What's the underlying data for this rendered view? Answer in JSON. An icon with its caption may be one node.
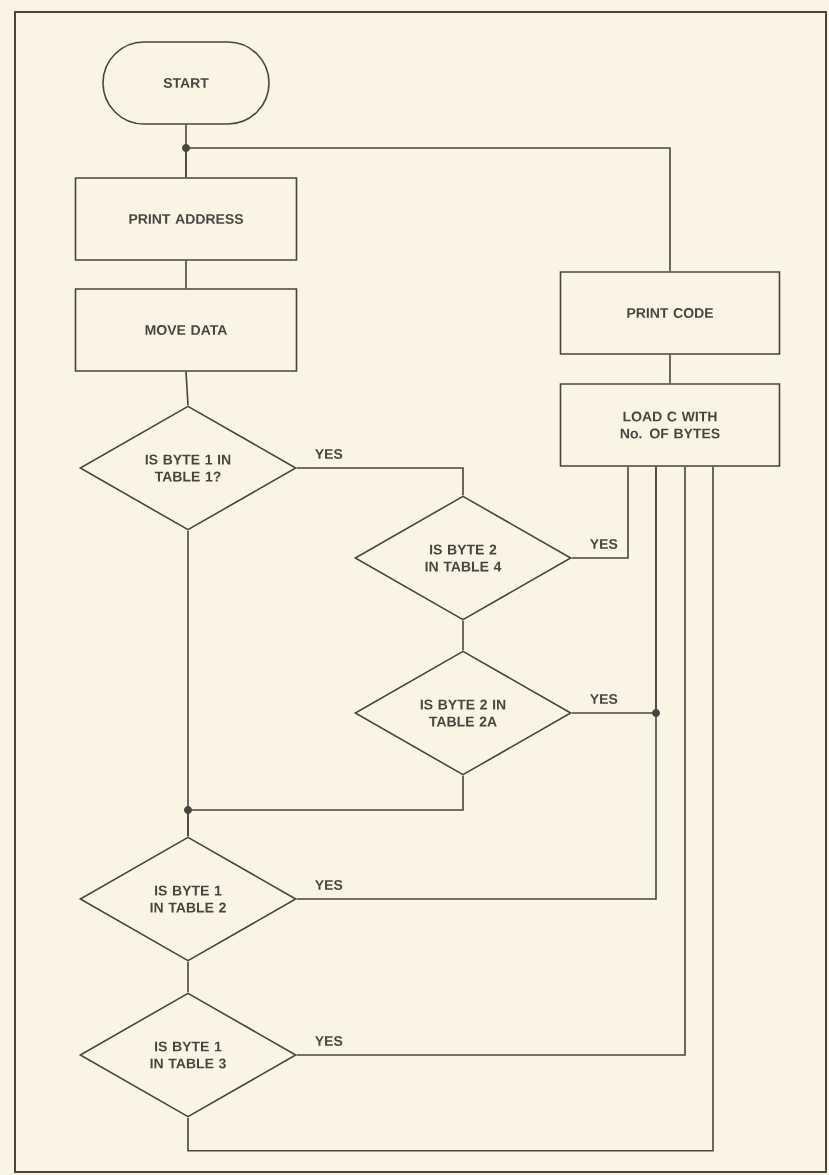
{
  "diagram": {
    "nodes": [
      {
        "text": [
          "START"
        ]
      },
      {
        "text": [
          "PRINT ADDRESS"
        ]
      },
      {
        "text": [
          "MOVE DATA"
        ]
      },
      {
        "text": [
          "IS BYTE 1 IN TABLE 1?"
        ]
      },
      {
        "text": [
          "IS BYTE 2 IN TABLE 4"
        ]
      },
      {
        "text": [
          "IS BYTE 2 IN TABLE 2A"
        ]
      },
      {
        "text": [
          "IS BYTE 1 IN TABLE 2"
        ]
      },
      {
        "text": [
          "IS BYTE 1 IN TABLE 3"
        ]
      },
      {
        "text": [
          "PRINT CODE"
        ]
      },
      {
        "text": [
          "LOAD C WITH No. OF BYTES"
        ]
      }
    ],
    "edges": [
      {
        "from": 0,
        "to": 1,
        "arrow": "none"
      },
      {
        "from": 8,
        "to": 1,
        "arrow": "none"
      },
      {
        "from": 1,
        "to": 2,
        "arrow": "none"
      },
      {
        "from": 2,
        "to": 3,
        "arrow": "none"
      },
      {
        "from": 3,
        "to": 4,
        "arrow": "none",
        "label": "YES"
      },
      {
        "from": 4,
        "to": 9,
        "arrow": "none",
        "label": "YES"
      },
      {
        "from": 4,
        "to": 5,
        "arrow": "none"
      },
      {
        "from": 5,
        "to": 9,
        "arrow": "none",
        "label": "YES"
      },
      {
        "from": 3,
        "to": 6,
        "arrow": "none"
      },
      {
        "from": 5,
        "to": 6,
        "arrow": "none"
      },
      {
        "from": 6,
        "to": 9,
        "arrow": "none",
        "label": "YES"
      },
      {
        "from": 6,
        "to": 7,
        "arrow": "none"
      },
      {
        "from": 7,
        "to": 9,
        "arrow": "none",
        "label": "YES"
      },
      {
        "from": 7,
        "to": 9,
        "arrow": "none"
      },
      {
        "from": 9,
        "to": 8,
        "arrow": "none"
      }
    ]
  }
}
